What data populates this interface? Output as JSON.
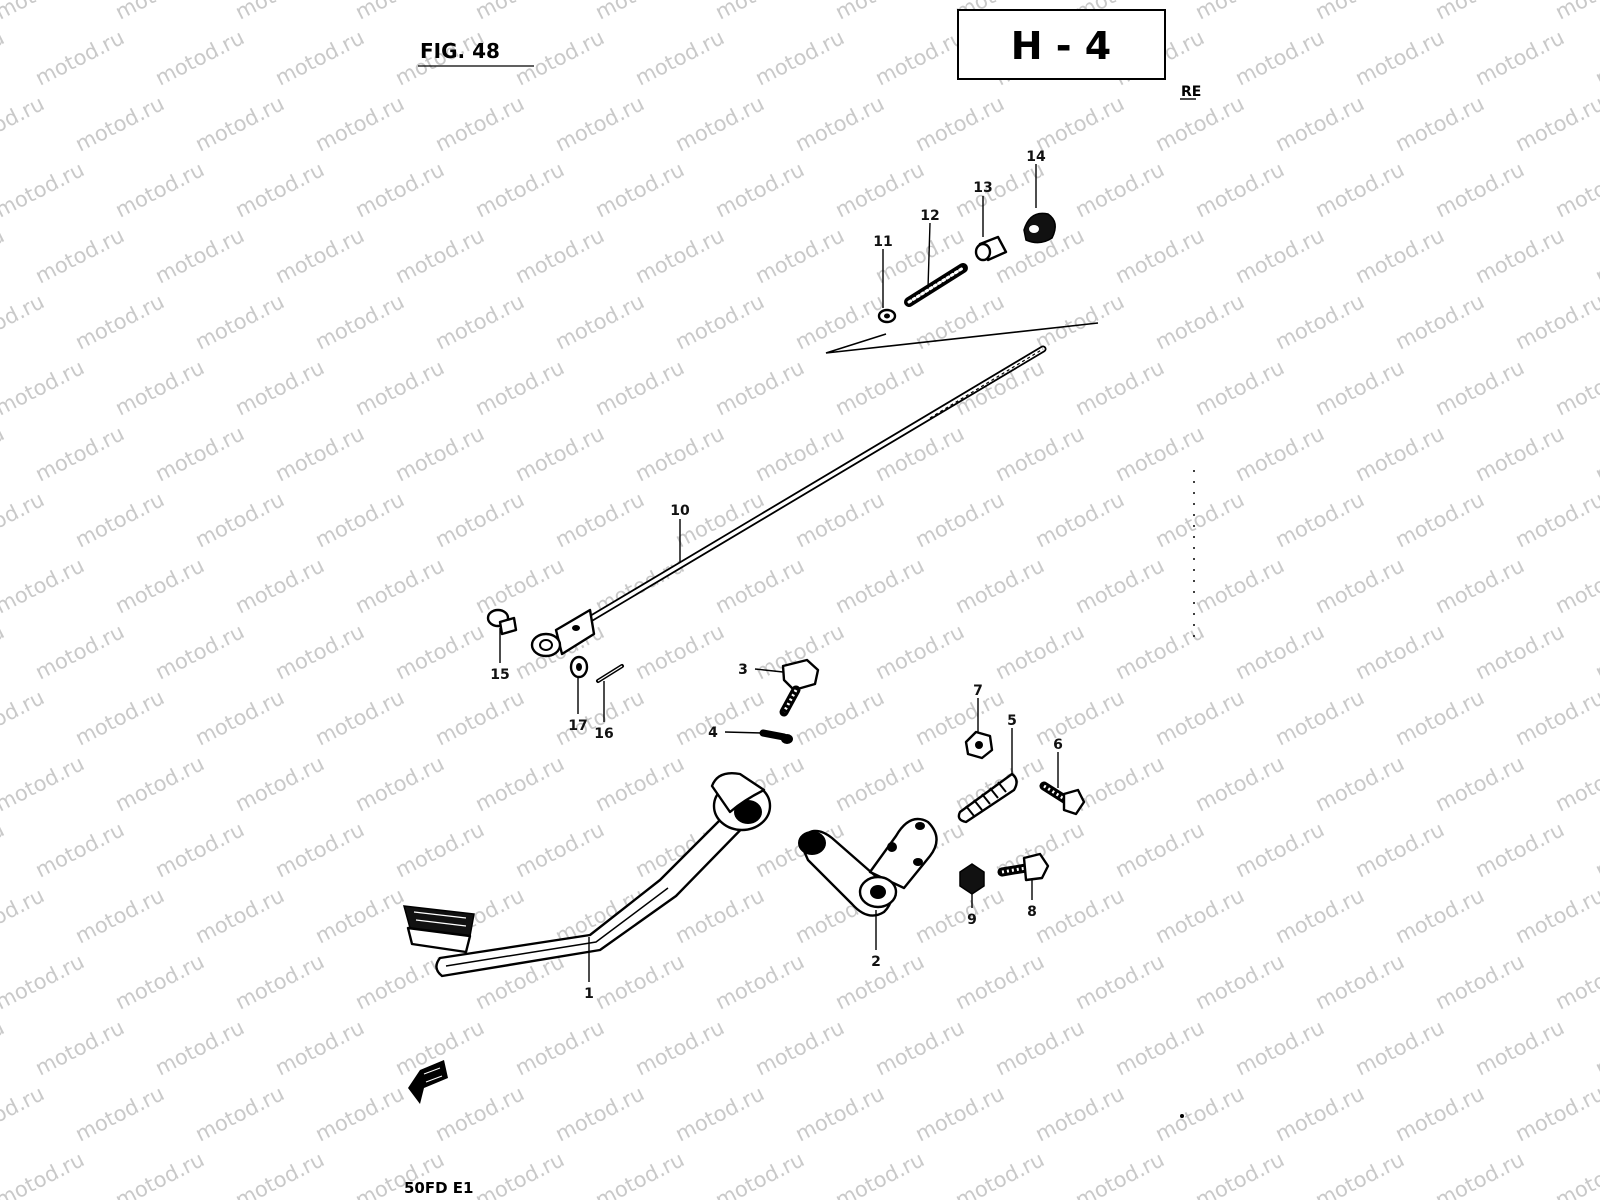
{
  "header": {
    "figure_label": "FIG. 48",
    "page_code": "H - 4",
    "corner_mark": "RE"
  },
  "footer": {
    "model_code": "50FD  E1"
  },
  "watermark": {
    "text": "motod.ru",
    "color": "#c9c9c9"
  },
  "callouts": [
    "1",
    "2",
    "3",
    "4",
    "5",
    "6",
    "7",
    "8",
    "9",
    "10",
    "11",
    "12",
    "13",
    "14",
    "15",
    "16",
    "17"
  ],
  "icons": {
    "front_arrow": "front-direction-arrow-icon"
  }
}
